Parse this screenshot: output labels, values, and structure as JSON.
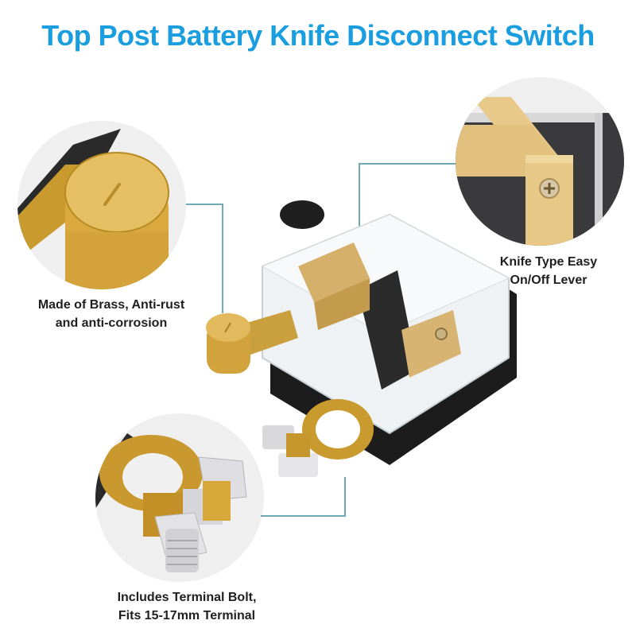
{
  "title": "Top Post Battery Knife Disconnect Switch",
  "accent_color": "#1a9ee0",
  "connector_color": "#6fa9b6",
  "callouts": [
    {
      "id": "brass-knob",
      "label_line1": "Made of Brass, Anti-rust",
      "label_line2": "and anti-corrosion"
    },
    {
      "id": "knife-lever",
      "label_line1": "Knife Type Easy",
      "label_line2": "On/Off Lever"
    },
    {
      "id": "terminal-bolt",
      "label_line1": "Includes Terminal Bolt,",
      "label_line2": "Fits 15-17mm Terminal"
    }
  ]
}
